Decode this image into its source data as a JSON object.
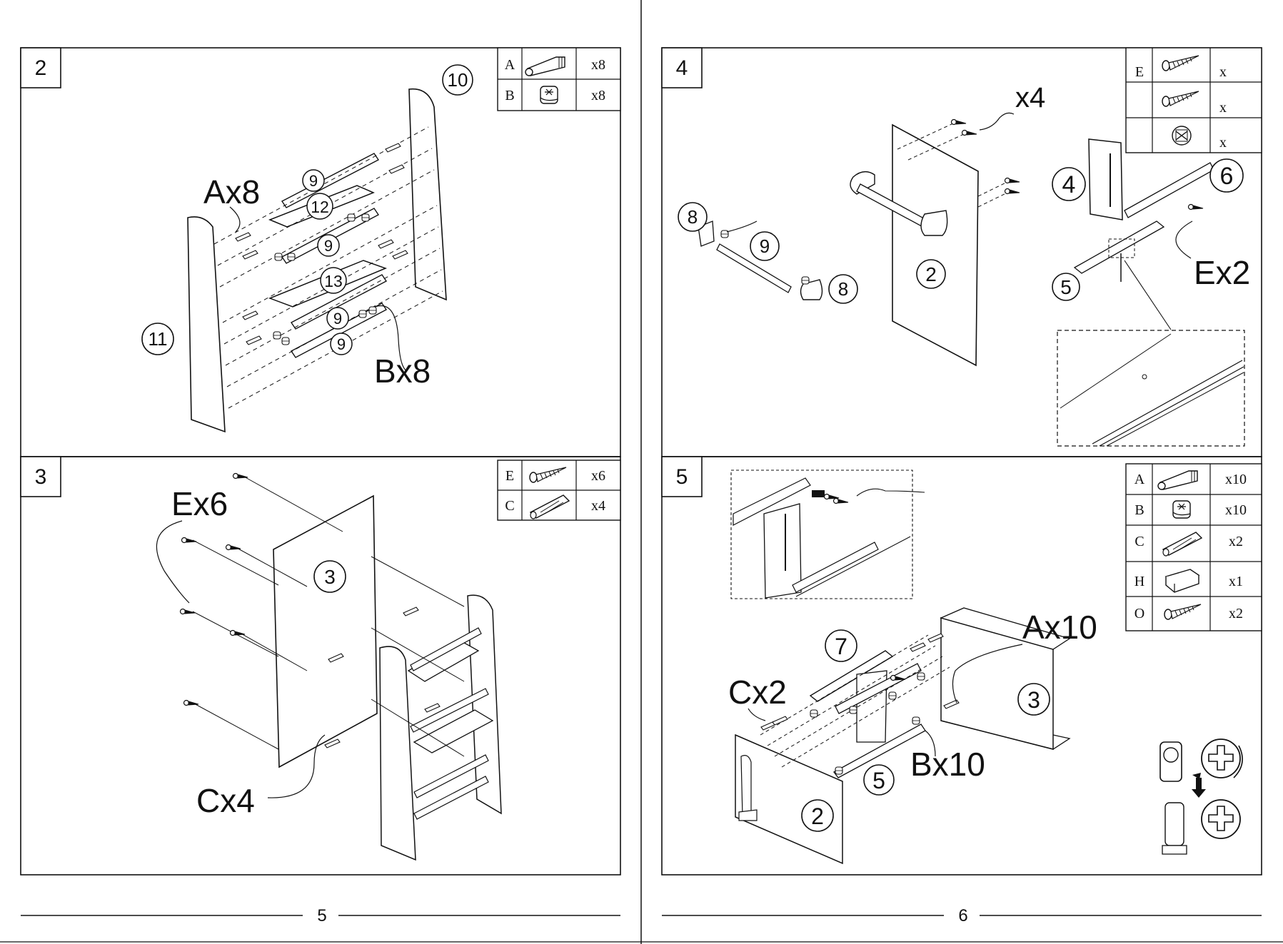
{
  "pages": [
    {
      "number": "5"
    },
    {
      "number": "6"
    }
  ],
  "steps": [
    {
      "number": "2",
      "parts_table": [
        {
          "letter": "A",
          "icon": "cam-dowel-icon",
          "qty": "x8"
        },
        {
          "letter": "B",
          "icon": "cam-lock-icon",
          "qty": "x8"
        }
      ],
      "callouts": [
        "Ax8",
        "Bx8"
      ],
      "part_numbers": [
        "10",
        "9",
        "12",
        "9",
        "13",
        "9",
        "9",
        "11"
      ]
    },
    {
      "number": "3",
      "parts_table": [
        {
          "letter": "E",
          "icon": "screw-icon",
          "qty": "x6"
        },
        {
          "letter": "C",
          "icon": "wood-dowel-icon",
          "qty": "x4"
        }
      ],
      "callouts": [
        "Ex6",
        "Cx4"
      ],
      "part_numbers": [
        "3"
      ]
    },
    {
      "number": "4",
      "parts_table": [
        {
          "letter": "E",
          "icon": "screw-icon",
          "qty": "x"
        },
        {
          "letter": "",
          "icon": "screw-icon",
          "qty": "x"
        },
        {
          "letter": "",
          "icon": "cam-lock-icon",
          "qty": "x"
        }
      ],
      "callouts": [
        "x4",
        "Ex2"
      ],
      "part_numbers": [
        "8",
        "9",
        "8",
        "2",
        "4",
        "6",
        "5"
      ]
    },
    {
      "number": "5",
      "parts_table": [
        {
          "letter": "A",
          "icon": "cam-dowel-icon",
          "qty": "x10"
        },
        {
          "letter": "B",
          "icon": "cam-lock-icon",
          "qty": "x10"
        },
        {
          "letter": "C",
          "icon": "wood-dowel-icon",
          "qty": "x2"
        },
        {
          "letter": "H",
          "icon": "magnet-catch-icon",
          "qty": "x1"
        },
        {
          "letter": "O",
          "icon": "screw-icon",
          "qty": "x2"
        }
      ],
      "callouts": [
        "Ax10",
        "Cx2",
        "Bx10"
      ],
      "part_numbers": [
        "7",
        "3",
        "5",
        "2"
      ]
    }
  ]
}
